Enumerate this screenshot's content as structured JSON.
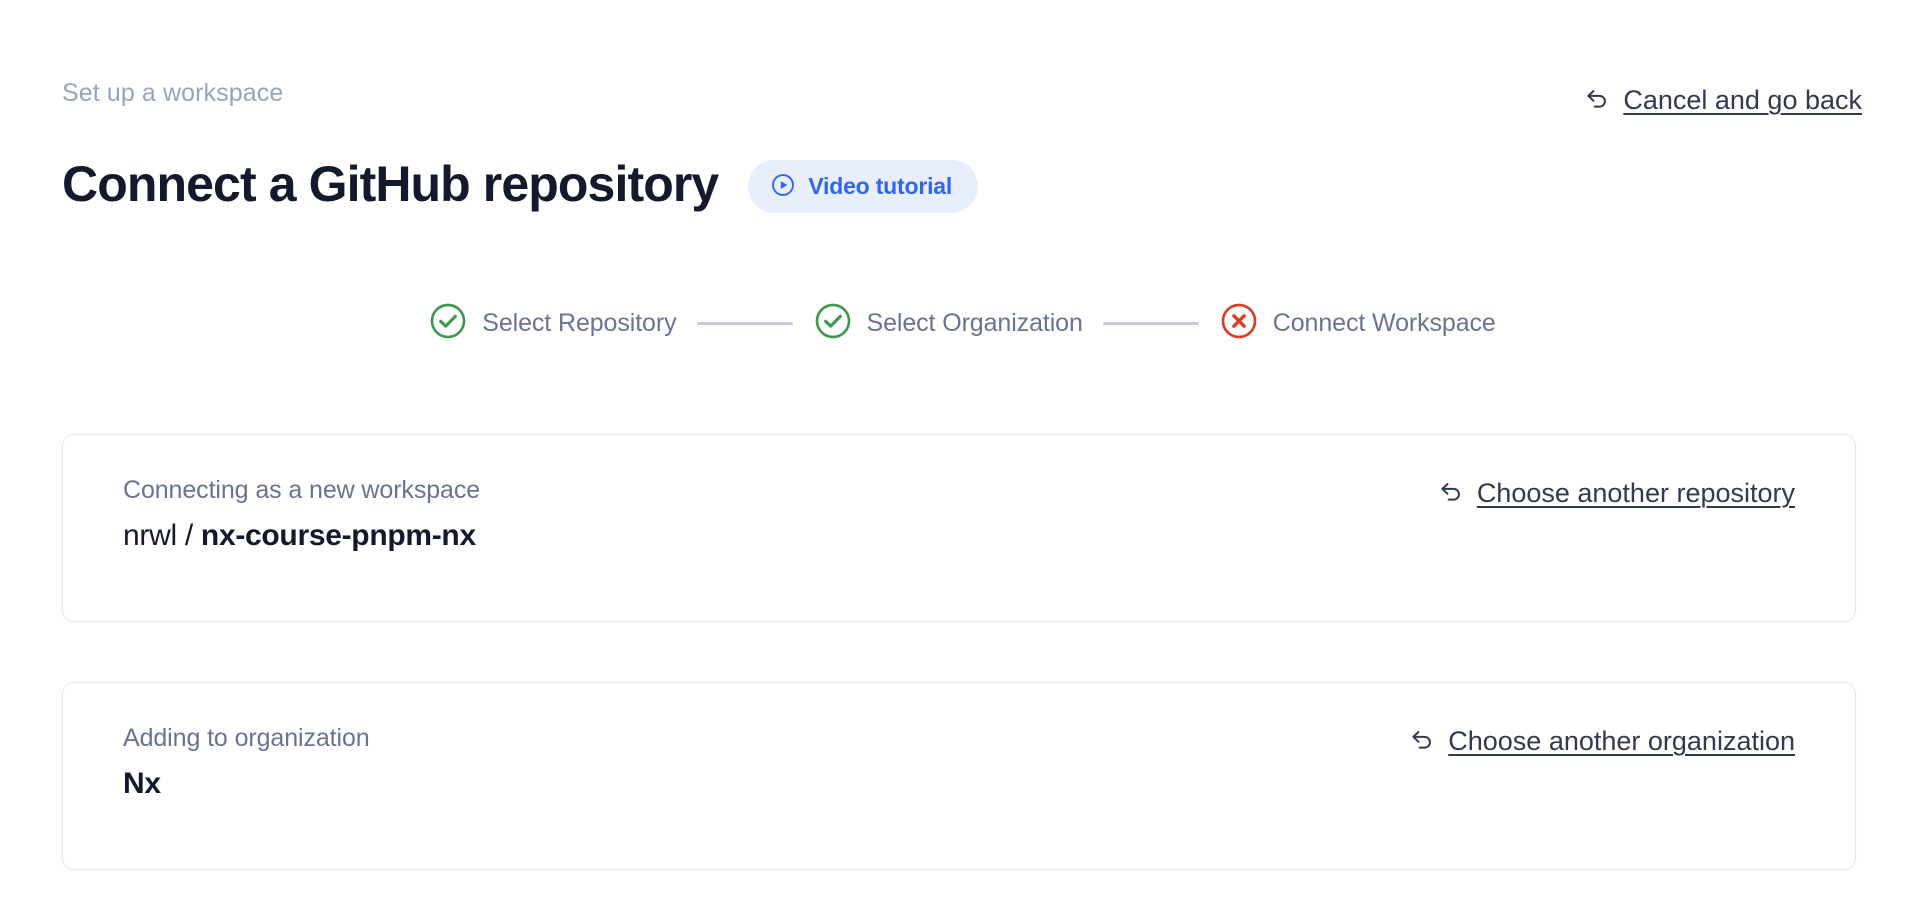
{
  "header": {
    "eyebrow": "Set up a workspace",
    "title": "Connect a GitHub repository",
    "video_badge": {
      "label": "Video tutorial",
      "icon": "play-circle-icon",
      "bg_color": "#e8eefc",
      "text_color": "#2f66f0"
    },
    "cancel": {
      "label": "Cancel and go back",
      "icon": "undo-arrow-icon"
    }
  },
  "stepper": {
    "connector_color": "#c7cbda",
    "steps": [
      {
        "label": "Select Repository",
        "state": "done",
        "icon": "check-circle-icon",
        "color": "#3f9a4f"
      },
      {
        "label": "Select Organization",
        "state": "done",
        "icon": "check-circle-icon",
        "color": "#3f9a4f"
      },
      {
        "label": "Connect Workspace",
        "state": "error",
        "icon": "x-circle-icon",
        "color": "#de3c27"
      }
    ]
  },
  "cards": {
    "repository": {
      "caption": "Connecting as a new workspace",
      "owner": "nrwl / ",
      "repo": "nx-course-pnpm-nx",
      "action": {
        "label": "Choose another repository",
        "icon": "undo-arrow-icon"
      }
    },
    "organization": {
      "caption": "Adding to organization",
      "value": "Nx",
      "action": {
        "label": "Choose another organization",
        "icon": "undo-arrow-icon"
      }
    }
  }
}
